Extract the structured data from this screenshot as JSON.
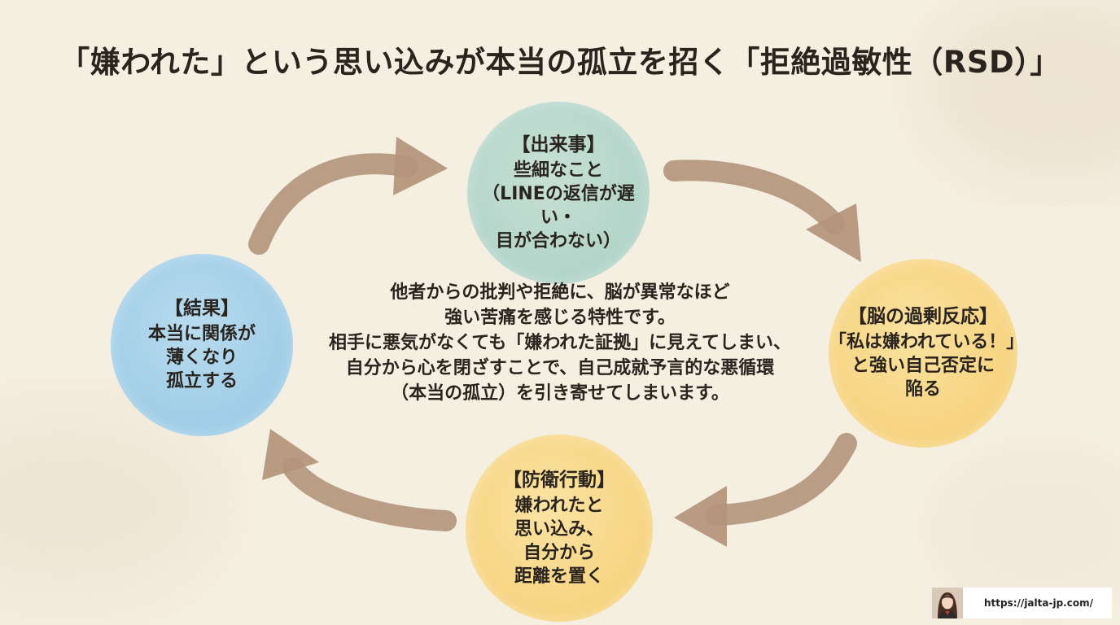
{
  "title": "「嫌われた」という思い込みが本当の孤立を招く「拒絶過敏性（RSD）」",
  "nodes": {
    "event": {
      "heading": "【出来事】",
      "lines": [
        "些細なこと",
        "（LINEの返信が遅い・",
        "目が合わない）"
      ]
    },
    "brain": {
      "heading": "【脳の過剰反応】",
      "lines": [
        "「私は嫌われている！」",
        "と強い自己否定に",
        "陥る"
      ]
    },
    "defend": {
      "heading": "【防衛行動】",
      "lines": [
        "嫌われたと",
        "思い込み、",
        "自分から",
        "距離を置く"
      ]
    },
    "result": {
      "heading": "【結果】",
      "lines": [
        "本当に関係が",
        "薄くなり",
        "孤立する"
      ]
    }
  },
  "center_lines": [
    "他者からの批判や拒絶に、脳が異常なほど",
    "強い苦痛を感じる特性です。",
    "相手に悪気がなくても「嫌われた証拠」に見えてしまい、",
    "自分から心を閉ざすことで、自己成就予言的な悪循環",
    "（本当の孤立）を引き寄せてしまいます。"
  ],
  "footer": {
    "url": "https://jalta-jp.com/"
  },
  "colors": {
    "background": "#f5efe2",
    "arrow": "#b3947a",
    "event": "#b5d6ca",
    "brain": "#f6d27c",
    "defend": "#f6d27c",
    "result": "#a6d0e8"
  }
}
